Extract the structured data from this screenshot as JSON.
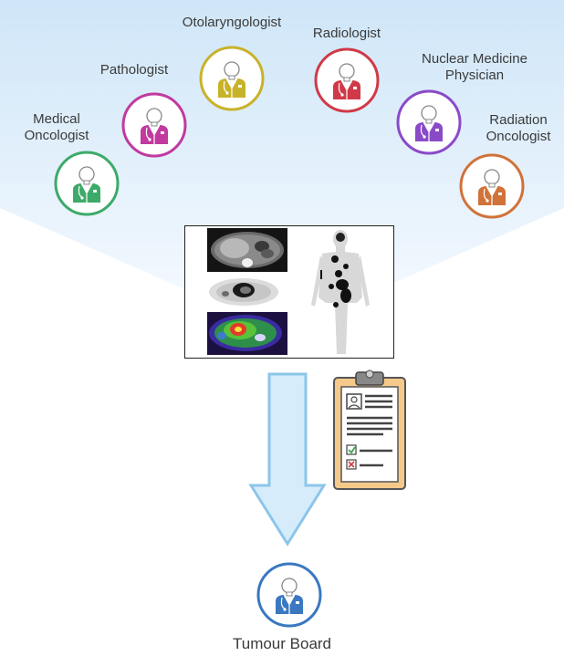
{
  "specialists": [
    {
      "role": "Medical Oncologist",
      "line1": "Medical",
      "line2": "Oncologist",
      "color": "#3daa6a",
      "icon": "doctor-icon"
    },
    {
      "role": "Pathologist",
      "line1": "Pathologist",
      "line2": "",
      "color": "#c03aa0",
      "icon": "doctor-icon"
    },
    {
      "role": "Otolaryngologist",
      "line1": "Otolaryngologist",
      "line2": "",
      "color": "#c8b22a",
      "icon": "doctor-icon"
    },
    {
      "role": "Radiologist",
      "line1": "Radiologist",
      "line2": "",
      "color": "#d03a48",
      "icon": "doctor-icon"
    },
    {
      "role": "Nuclear Medicine Physician",
      "line1": "Nuclear Medicine",
      "line2": "Physician",
      "color": "#8a4ac8",
      "icon": "doctor-icon"
    },
    {
      "role": "Radiation Oncologist",
      "line1": "Radiation",
      "line2": "Oncologist",
      "color": "#d0723a",
      "icon": "doctor-icon"
    }
  ],
  "board": {
    "label": "Tumour Board",
    "color": "#3a78c0",
    "icon": "doctor-icon"
  },
  "colors": {
    "fan_top": "#cfe6f8",
    "fan_bottom": "#eef6fd",
    "arrow_fill": "#d6ecfa",
    "arrow_stroke": "#8cc6ea",
    "clipboard": "#f4c98a"
  }
}
